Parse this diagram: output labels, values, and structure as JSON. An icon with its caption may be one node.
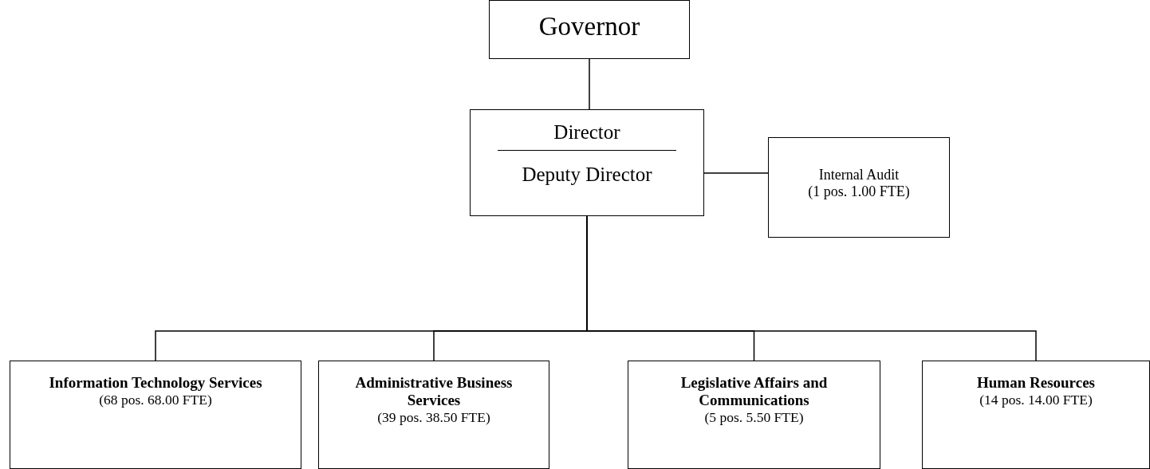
{
  "diagram": {
    "nodes": [
      {
        "text": [
          "Governor"
        ]
      },
      {
        "text": [
          "Director",
          "Deputy Director"
        ]
      },
      {
        "text": [
          "Internal Audit",
          "(1 pos. 1.00 FTE)"
        ]
      },
      {
        "text": [
          "Information Technology Services",
          "(68 pos. 68.00 FTE)"
        ]
      },
      {
        "text": [
          "Administrative Business Services",
          "(39 pos. 38.50 FTE)"
        ]
      },
      {
        "text": [
          "Legislative Affairs and Communications",
          "(5 pos. 5.50 FTE)"
        ]
      },
      {
        "text": [
          "Human Resources",
          "(14 pos. 14.00 FTE)"
        ]
      }
    ],
    "edges": [
      {
        "from": 0,
        "to": 1,
        "arrow": "none"
      },
      {
        "from": 1,
        "to": 2,
        "arrow": "none"
      },
      {
        "from": 1,
        "to": 3,
        "arrow": "none"
      },
      {
        "from": 1,
        "to": 4,
        "arrow": "none"
      },
      {
        "from": 1,
        "to": 5,
        "arrow": "none"
      },
      {
        "from": 1,
        "to": 6,
        "arrow": "none"
      }
    ]
  }
}
